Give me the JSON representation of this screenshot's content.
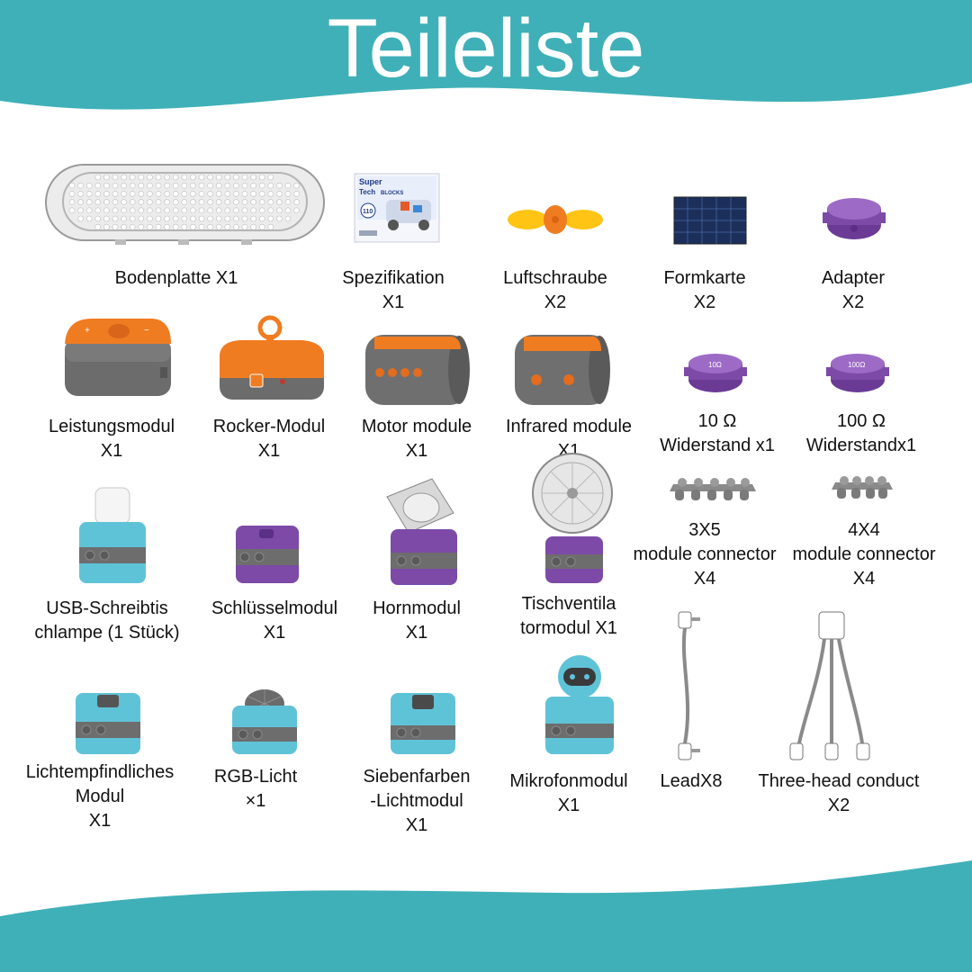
{
  "title": "Teileliste",
  "colors": {
    "teal": "#3fb0b8",
    "orange": "#f07c22",
    "purple": "#7d4aa8",
    "blue": "#5fc3d8",
    "gray": "#737373"
  },
  "parts": {
    "baseplate": {
      "icon": "baseplate-icon",
      "lines": [
        "Bodenplatte X1"
      ]
    },
    "spec": {
      "icon": "spec-card-icon",
      "lines": [
        "Spezifikation",
        "X1"
      ],
      "card": {
        "line1": "Super",
        "line2": "Tech",
        "line3": "BLOCKS",
        "count": "110"
      }
    },
    "propeller": {
      "icon": "propeller-icon",
      "lines": [
        "Luftschraube",
        "X2"
      ]
    },
    "formkarte": {
      "icon": "solar-panel-icon",
      "lines": [
        "Formkarte",
        "X2"
      ]
    },
    "adapter": {
      "icon": "adapter-icon",
      "lines": [
        "Adapter",
        "X2"
      ]
    },
    "power": {
      "icon": "power-module-icon",
      "lines": [
        "Leistungsmodul",
        "X1"
      ]
    },
    "rocker": {
      "icon": "rocker-module-icon",
      "lines": [
        "Rocker-Modul",
        "X1"
      ]
    },
    "motor": {
      "icon": "motor-module-icon",
      "lines": [
        "Motor module",
        "X1"
      ]
    },
    "infrared": {
      "icon": "infrared-module-icon",
      "lines": [
        "Infrared module",
        "X1"
      ]
    },
    "res10": {
      "icon": "resistor-10-icon",
      "badge": "10Ω",
      "lines": [
        "10 Ω",
        "Widerstand x1"
      ]
    },
    "res100": {
      "icon": "resistor-100-icon",
      "badge": "100Ω",
      "lines": [
        "100 Ω",
        "Widerstandx1"
      ]
    },
    "conn3x5": {
      "icon": "connector-3x5-icon",
      "lines": [
        "3X5",
        "module connector",
        "X4"
      ]
    },
    "conn4x4": {
      "icon": "connector-4x4-icon",
      "lines": [
        "4X4",
        "module connector",
        "X4"
      ]
    },
    "usb_lamp": {
      "icon": "usb-lamp-icon",
      "lines": [
        "USB-Schreibtis",
        "chlampe (1 Stück)"
      ]
    },
    "key": {
      "icon": "key-module-icon",
      "lines": [
        "Schlüsselmodul",
        "X1"
      ]
    },
    "horn": {
      "icon": "horn-module-icon",
      "lines": [
        "Hornmodul",
        "X1"
      ]
    },
    "fan": {
      "icon": "desk-fan-icon",
      "lines": [
        "Tischventila",
        "tormodul X1"
      ]
    },
    "lightsens": {
      "icon": "light-sensor-icon",
      "lines": [
        "Lichtempfindliches",
        "Modul",
        "X1"
      ]
    },
    "rgb": {
      "icon": "rgb-light-icon",
      "lines": [
        "RGB-Licht",
        "×1"
      ]
    },
    "sevencolor": {
      "icon": "seven-color-light-icon",
      "lines": [
        "Siebenfarben",
        "-Lichtmodul",
        "X1"
      ]
    },
    "mic": {
      "icon": "microphone-module-icon",
      "lines": [
        "Mikrofonmodul",
        "X1"
      ]
    },
    "lead": {
      "icon": "lead-wire-icon",
      "lines": [
        "LeadX8"
      ]
    },
    "threehead": {
      "icon": "three-head-conductor-icon",
      "lines": [
        "Three-head conduct",
        "X2"
      ]
    }
  }
}
